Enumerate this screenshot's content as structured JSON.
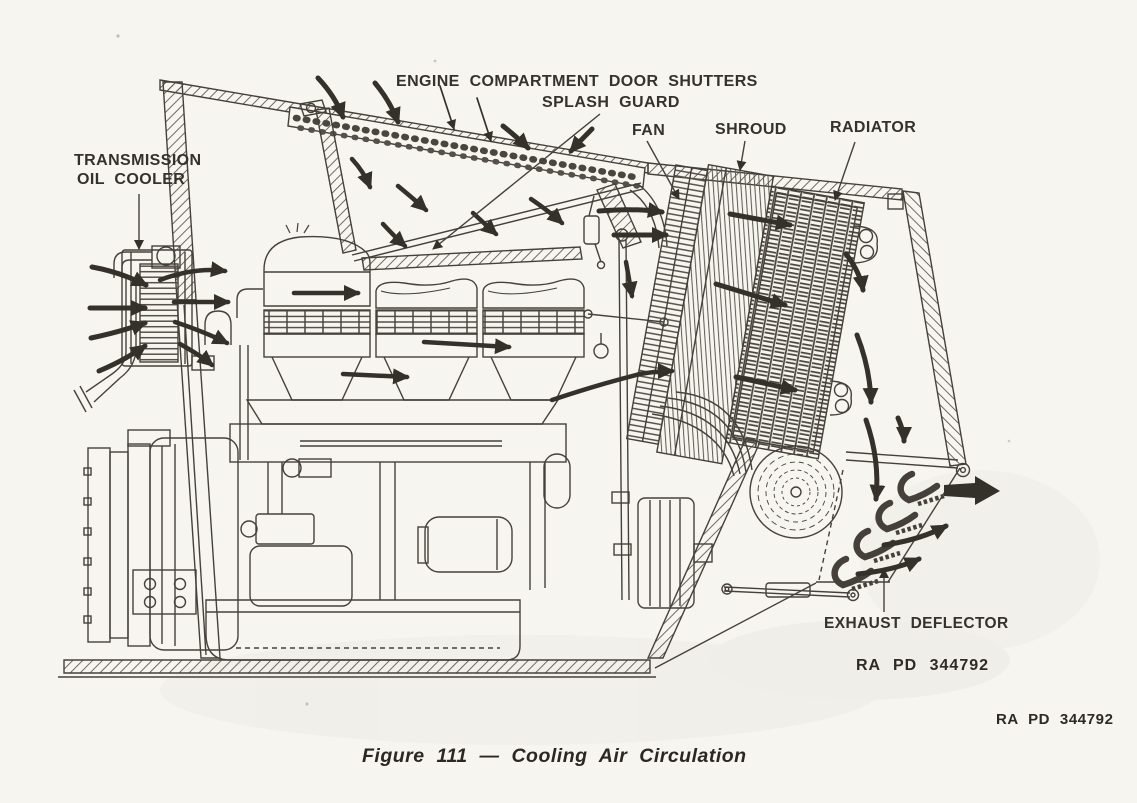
{
  "colors": {
    "paper": "#f7f5f0",
    "ink": "#3a362f",
    "line": "#45413a"
  },
  "diagram_labels": {
    "door_shutters": "ENGINE COMPARTMENT DOOR SHUTTERS",
    "splash_guard": "SPLASH GUARD",
    "fan": "FAN",
    "shroud": "SHROUD",
    "radiator": "RADIATOR",
    "transmission_oil_cooler_line1": "TRANSMISSION",
    "transmission_oil_cooler_line2": "OIL COOLER",
    "exhaust_deflector": "EXHAUST DEFLECTOR",
    "plate_stamp": "RA PD 344792"
  },
  "footer": {
    "plate_number": "RA PD 344792",
    "caption": "Figure 111 — Cooling Air Circulation"
  }
}
